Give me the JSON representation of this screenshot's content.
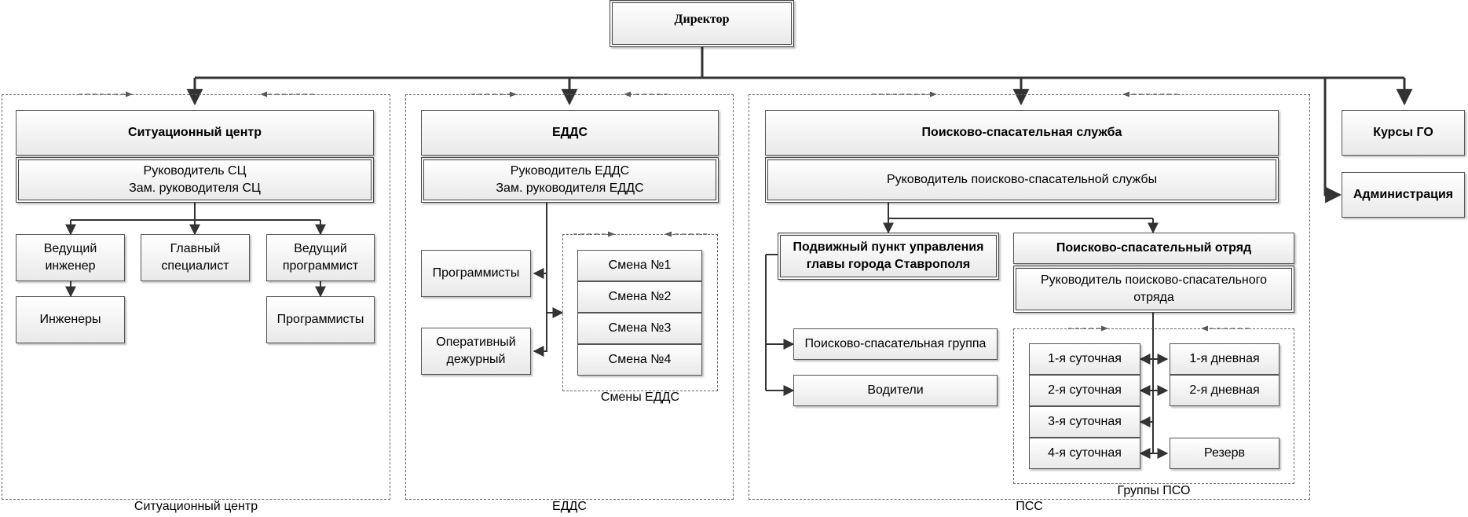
{
  "director": "Директор",
  "sc": {
    "title": "Ситуационный центр",
    "heads": [
      "Руководитель СЦ",
      "Зам. руководителя СЦ"
    ],
    "lead_engineer": "Ведущий инженер",
    "chief_specialist": "Главный специалист",
    "lead_programmer": "Ведущий программист",
    "engineers": "Инженеры",
    "programmers": "Программисты",
    "caption": "Ситуационный центр"
  },
  "edds": {
    "title": "ЕДДС",
    "heads": [
      "Руководитель ЕДДС",
      "Зам. руководителя ЕДДС"
    ],
    "programmers": "Программисты",
    "duty_officer": "Оперативный дежурный",
    "shifts": [
      "Смена №1",
      "Смена №2",
      "Смена №3",
      "Смена №4"
    ],
    "shifts_caption": "Смены ЕДДС",
    "caption": "ЕДДС"
  },
  "pss": {
    "title": "Поисково-спасательная служба",
    "head": "Руководитель поисково-спасательной службы",
    "mobile_post": "Подвижный пункт управления главы города Ставрополя",
    "rescue_squad": "Поисково-спасательный отряд",
    "squad_head": "Руководитель поисково-спасательного отряда",
    "rescue_group": "Поисково-спасательная группа",
    "drivers": "Водители",
    "daily_shifts": [
      "1-я суточная",
      "2-я суточная",
      "3-я суточная",
      "4-я суточная"
    ],
    "day_shifts": [
      "1-я дневная",
      "2-я дневная"
    ],
    "reserve": "Резерв",
    "groups_caption": "Группы ПСО",
    "caption": "ПСС"
  },
  "civil_defense_courses": "Курсы ГО",
  "administration": "Администрация"
}
